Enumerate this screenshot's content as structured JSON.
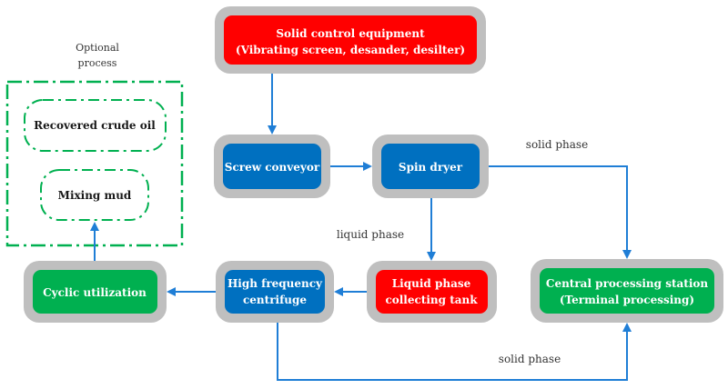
{
  "nodes": {
    "solid_control": {
      "line1": "Solid control equipment",
      "line2": "(Vibrating screen, desander, desilter)",
      "color": "#ff0000"
    },
    "screw_conveyor": {
      "label": "Screw conveyor",
      "color": "#0070c0"
    },
    "spin_dryer": {
      "label": "Spin dryer",
      "color": "#0070c0"
    },
    "liquid_tank": {
      "line1": "Liquid phase",
      "line2": "collecting tank",
      "color": "#ff0000"
    },
    "centrifuge": {
      "line1": "High frequency",
      "line2": "centrifuge",
      "color": "#0070c0"
    },
    "cyclic": {
      "label": "Cyclic utilization",
      "color": "#00b050"
    },
    "central": {
      "line1": "Central processing station",
      "line2": "(Terminal processing)",
      "color": "#00b050"
    },
    "recovered_oil": {
      "label": "Recovered crude oil"
    },
    "mixing_mud": {
      "label": "Mixing mud"
    }
  },
  "optional": {
    "line1": "Optional",
    "line2": "process",
    "color": "#00b050"
  },
  "edge_labels": {
    "solid_phase_top": "solid phase",
    "liquid_phase": "liquid phase",
    "solid_phase_bottom": "solid phase"
  },
  "colors": {
    "frame": "#bfbfbf",
    "arrow": "#1f7ed6"
  }
}
